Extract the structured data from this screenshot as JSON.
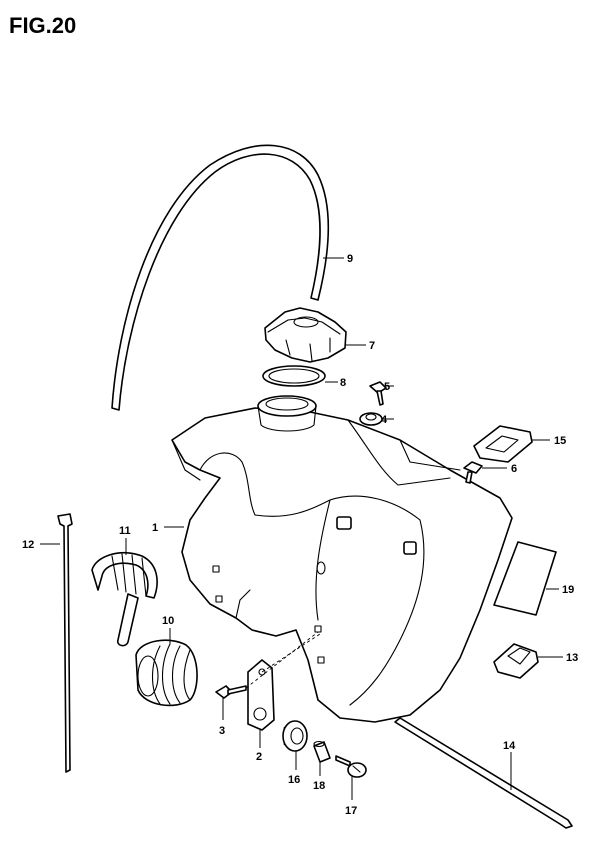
{
  "figure": {
    "title": "FIG.20"
  },
  "callouts": [
    {
      "id": "1",
      "text": "1"
    },
    {
      "id": "2",
      "text": "2"
    },
    {
      "id": "3",
      "text": "3"
    },
    {
      "id": "4",
      "text": "4"
    },
    {
      "id": "5",
      "text": "5"
    },
    {
      "id": "6",
      "text": "6"
    },
    {
      "id": "7",
      "text": "7"
    },
    {
      "id": "8",
      "text": "8"
    },
    {
      "id": "9",
      "text": "9"
    },
    {
      "id": "10",
      "text": "10"
    },
    {
      "id": "11",
      "text": "11"
    },
    {
      "id": "12",
      "text": "12"
    },
    {
      "id": "13",
      "text": "13"
    },
    {
      "id": "14",
      "text": "14"
    },
    {
      "id": "15",
      "text": "15"
    },
    {
      "id": "16",
      "text": "16"
    },
    {
      "id": "17",
      "text": "17"
    },
    {
      "id": "18",
      "text": "18"
    },
    {
      "id": "19",
      "text": "19"
    }
  ],
  "colors": {
    "line": "#000000",
    "background": "#ffffff"
  }
}
